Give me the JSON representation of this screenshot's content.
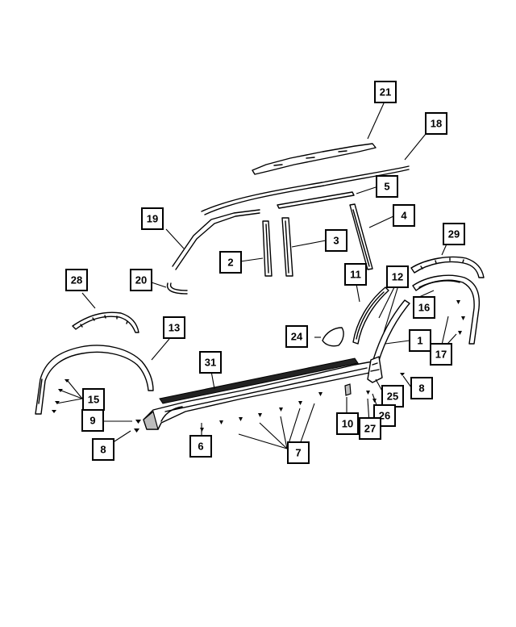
{
  "callouts": [
    {
      "id": "c1",
      "label": "1"
    },
    {
      "id": "c2",
      "label": "2"
    },
    {
      "id": "c3",
      "label": "3"
    },
    {
      "id": "c4",
      "label": "4"
    },
    {
      "id": "c5",
      "label": "5"
    },
    {
      "id": "c6",
      "label": "6"
    },
    {
      "id": "c7",
      "label": "7"
    },
    {
      "id": "c8a",
      "label": "8"
    },
    {
      "id": "c8b",
      "label": "8"
    },
    {
      "id": "c9",
      "label": "9"
    },
    {
      "id": "c10",
      "label": "10"
    },
    {
      "id": "c11",
      "label": "11"
    },
    {
      "id": "c12",
      "label": "12"
    },
    {
      "id": "c13",
      "label": "13"
    },
    {
      "id": "c15",
      "label": "15"
    },
    {
      "id": "c16",
      "label": "16"
    },
    {
      "id": "c17",
      "label": "17"
    },
    {
      "id": "c18",
      "label": "18"
    },
    {
      "id": "c19",
      "label": "19"
    },
    {
      "id": "c20",
      "label": "20"
    },
    {
      "id": "c21",
      "label": "21"
    },
    {
      "id": "c24",
      "label": "24"
    },
    {
      "id": "c25",
      "label": "25"
    },
    {
      "id": "c26",
      "label": "26"
    },
    {
      "id": "c27",
      "label": "27"
    },
    {
      "id": "c28",
      "label": "28"
    },
    {
      "id": "c29",
      "label": "29"
    },
    {
      "id": "c31",
      "label": "31"
    }
  ]
}
